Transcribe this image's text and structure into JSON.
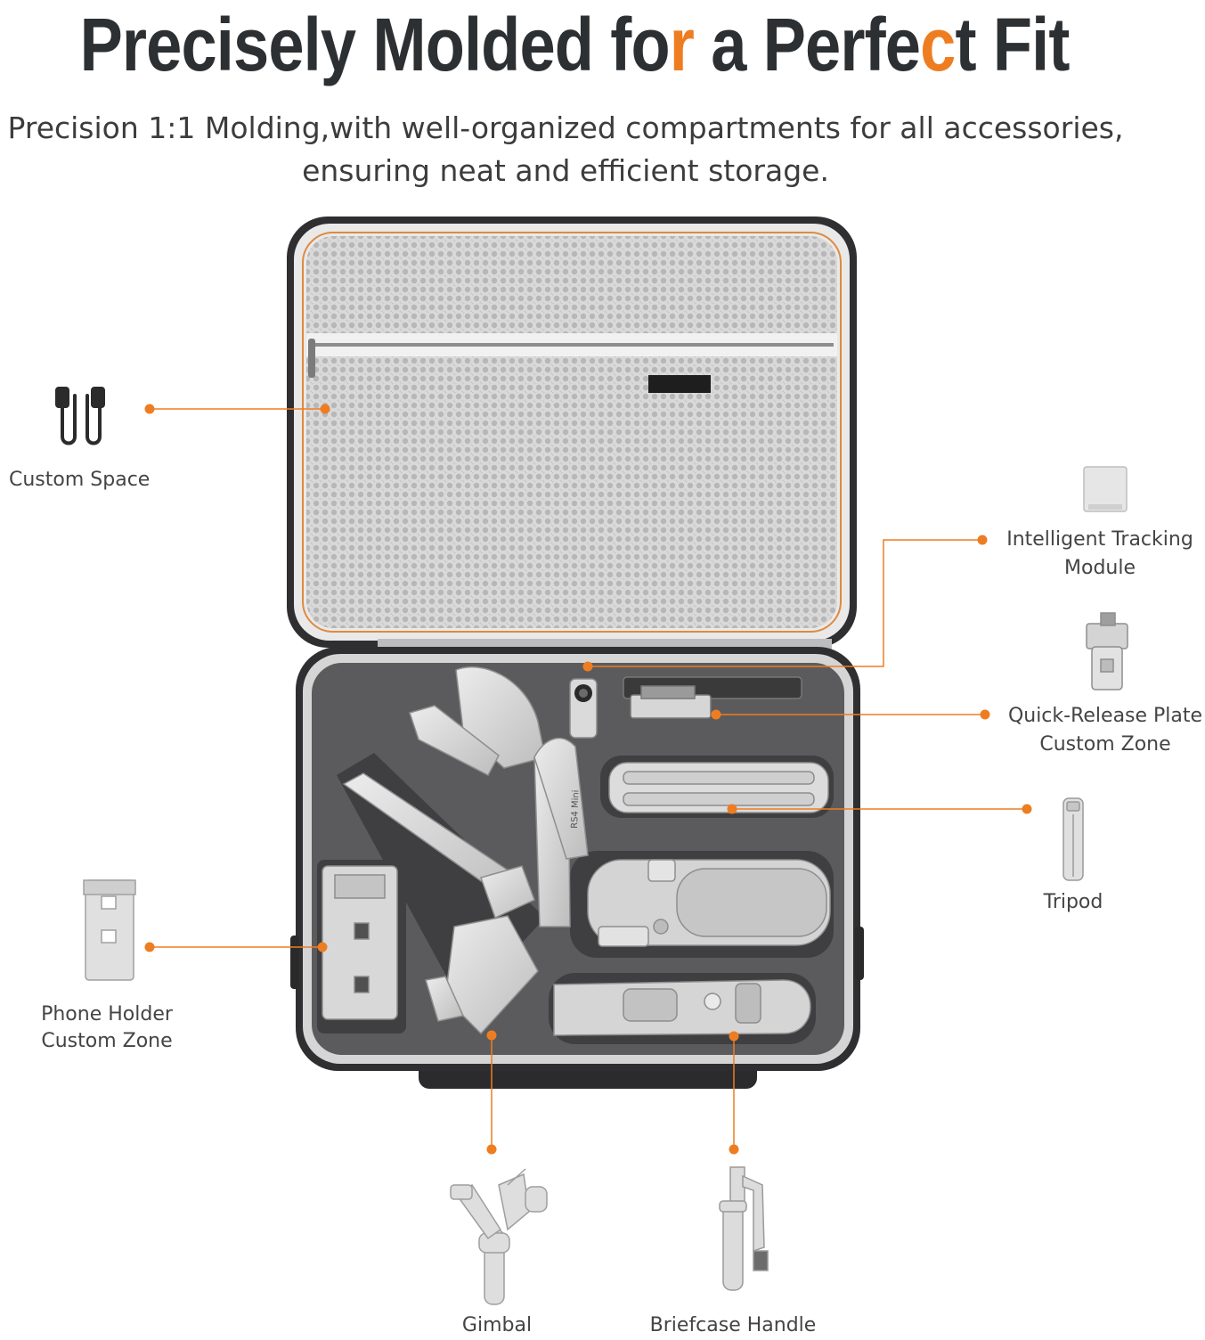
{
  "headline": {
    "part1": "Precisely Molded fo",
    "accent1": "r",
    "part2": " a Perfe",
    "accent2": "c",
    "part3": "t Fit"
  },
  "subtitle": {
    "line1": "Precision 1:1 Molding,with well-organized compartments for all accessories,",
    "line2": "ensuring neat and efficient storage."
  },
  "labels": {
    "custom_space": "Custom Space",
    "tracking_line1": "Intelligent Tracking",
    "tracking_line2": "Module",
    "quick_release_line1": "Quick-Release Plate",
    "quick_release_line2": "Custom Zone",
    "tripod": "Tripod",
    "phone_holder_line1": "Phone Holder",
    "phone_holder_line2": "Custom Zone",
    "gimbal": "Gimbal",
    "briefcase_handle": "Briefcase Handle"
  },
  "product_print": "RS4 Mini",
  "colors": {
    "accent": "#ee7d22",
    "case_dark": "#3b3b3d",
    "mesh": "#d6d6d6",
    "foam": "#5a5a5c",
    "device": "#d8d8d8"
  }
}
